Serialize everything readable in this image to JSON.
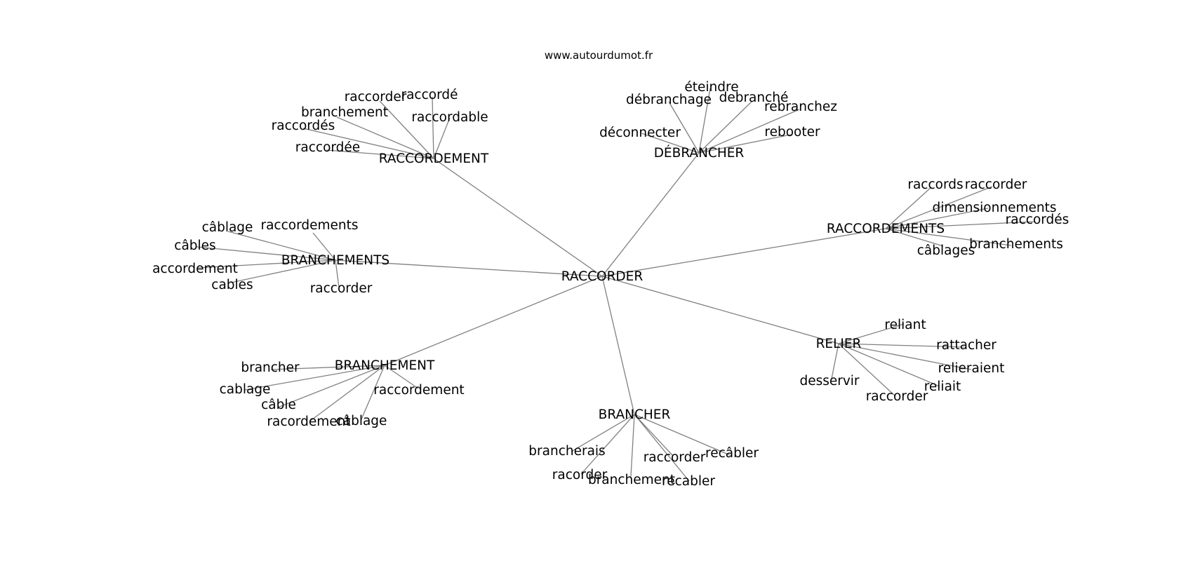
{
  "source": "www.autourdumot.fr",
  "center": "RACCORDER",
  "clusters": [
    {
      "label": "RACCORDEMENT",
      "leaves": [
        "raccorder",
        "raccordé",
        "raccordable",
        "branchement",
        "raccordés",
        "raccordée"
      ]
    },
    {
      "label": "DÉBRANCHER",
      "leaves": [
        "éteindre",
        "débranchage",
        "debranché",
        "rebranchez",
        "déconnecter",
        "rebooter"
      ]
    },
    {
      "label": "RACCORDEMENTS",
      "leaves": [
        "raccords",
        "raccorder",
        "dimensionnements",
        "raccordés",
        "câblages",
        "branchements"
      ]
    },
    {
      "label": "BRANCHEMENTS",
      "leaves": [
        "câblage",
        "raccordements",
        "câbles",
        "accordement",
        "cables",
        "raccorder"
      ]
    },
    {
      "label": "RELIER",
      "leaves": [
        "reliant",
        "rattacher",
        "relieraient",
        "desservir",
        "reliait",
        "raccorder"
      ]
    },
    {
      "label": "BRANCHEMENT",
      "leaves": [
        "brancher",
        "cablage",
        "raccordement",
        "câble",
        "racordement",
        "câblage"
      ]
    },
    {
      "label": "BRANCHER",
      "leaves": [
        "brancherais",
        "raccorder",
        "recâbler",
        "racorder",
        "branchement",
        "recabler"
      ]
    }
  ]
}
